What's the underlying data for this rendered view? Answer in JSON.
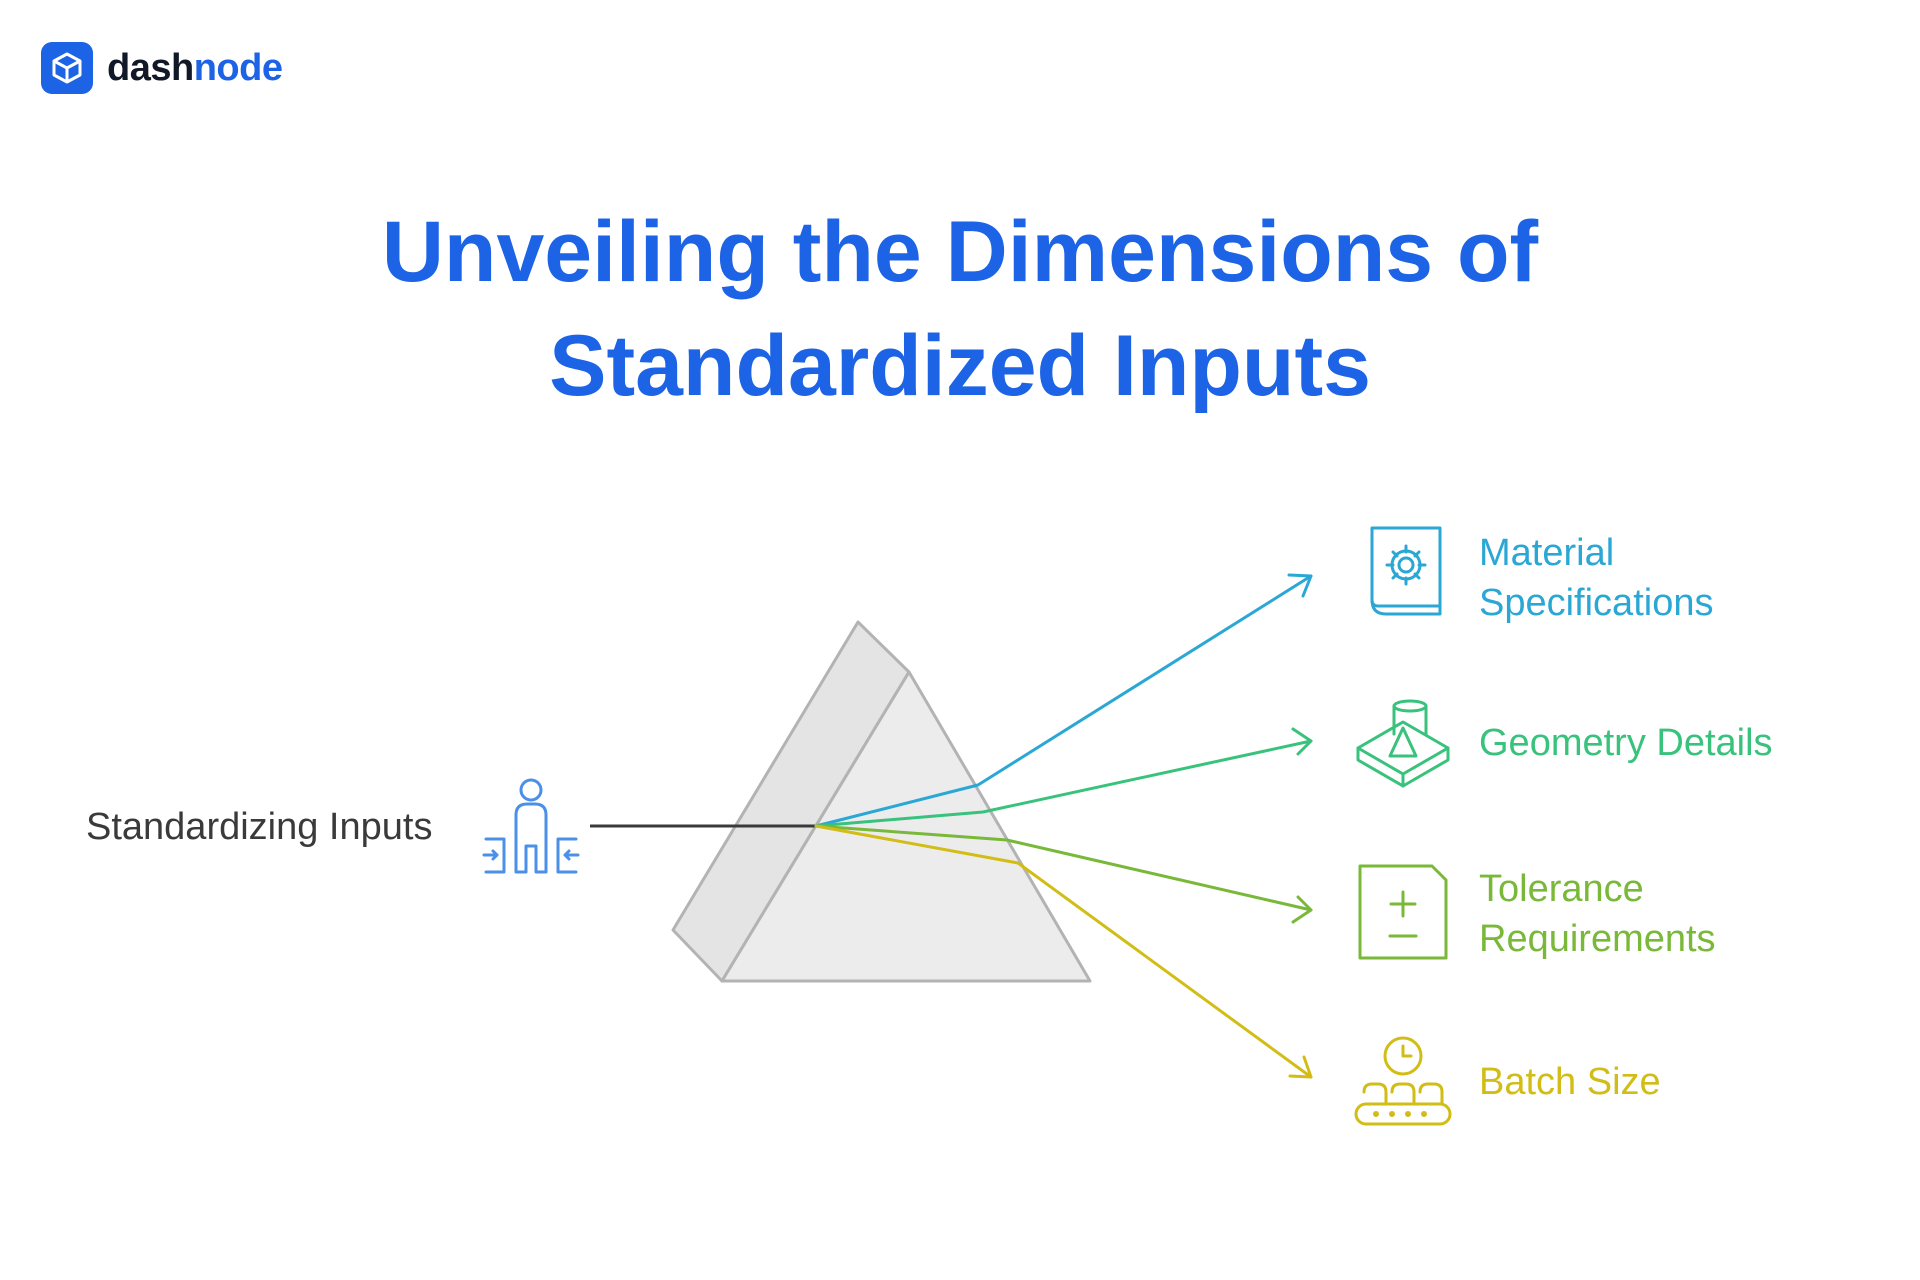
{
  "brand": {
    "name_part1": "dash",
    "name_part2": "node",
    "logo_icon": "cube-icon",
    "accent": "#1c63e6"
  },
  "title": {
    "line1": "Unveiling the Dimensions of",
    "line2": "Standardized Inputs",
    "color": "#1c63e6"
  },
  "input": {
    "label": "Standardizing Inputs",
    "icon": "person-compress-icon",
    "color": "#4a8fe8"
  },
  "outputs": [
    {
      "label_line1": "Material",
      "label_line2": "Specifications",
      "icon": "gear-book-icon",
      "color": "#2aa7d4"
    },
    {
      "label_line1": "Geometry Details",
      "label_line2": "",
      "icon": "geometry-shapes-icon",
      "color": "#38c27c"
    },
    {
      "label_line1": "Tolerance",
      "label_line2": "Requirements",
      "icon": "plus-minus-document-icon",
      "color": "#7ab83a"
    },
    {
      "label_line1": "Batch Size",
      "label_line2": "",
      "icon": "clock-conveyor-icon",
      "color": "#d2bd16"
    }
  ],
  "prism": {
    "fill": "#ececec",
    "stroke": "#b3b3b3"
  }
}
